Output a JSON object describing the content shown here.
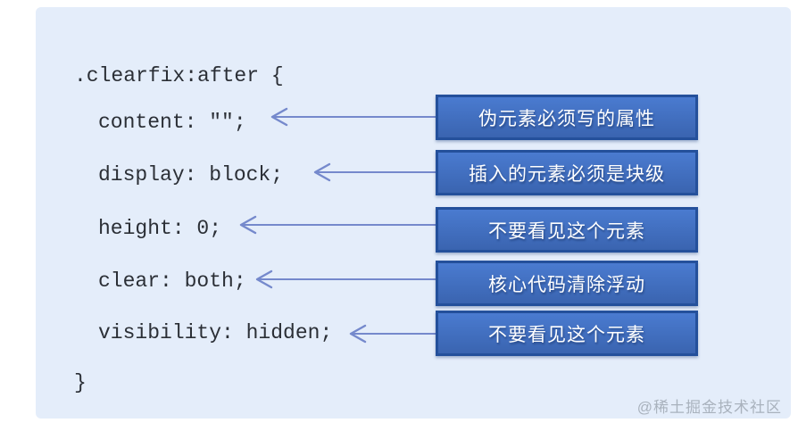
{
  "panel": {
    "watermark": "@稀土掘金技术社区"
  },
  "code": {
    "lines": [
      ".clearfix:after {",
      "content: \"\";",
      "display: block;",
      "height: 0;",
      "clear: both;",
      "visibility: hidden;",
      "}"
    ]
  },
  "annotations": [
    {
      "label": "伪元素必须写的属性"
    },
    {
      "label": "插入的元素必须是块级"
    },
    {
      "label": "不要看见这个元素"
    },
    {
      "label": "核心代码清除浮动"
    },
    {
      "label": "不要看见这个元素"
    }
  ],
  "colors": {
    "panel_bg": "#e4edfa",
    "code_text": "#2b2f36",
    "box_fill_top": "#4a7bd0",
    "box_fill_bottom": "#3a64b0",
    "box_border": "#24509b",
    "box_text": "#ffffff",
    "arrow": "#7589cc",
    "watermark": "#a9b2bd"
  }
}
